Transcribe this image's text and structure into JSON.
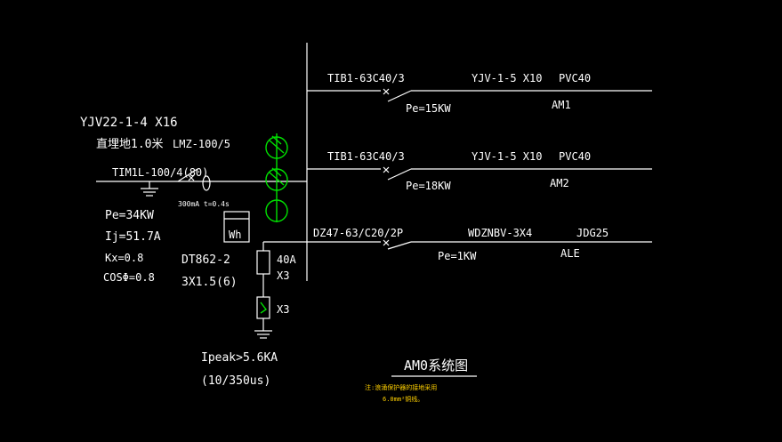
{
  "incoming": {
    "cable": "YJV22-1-4 X16",
    "burial": "直埋地1.0米",
    "ct": "LMZ-100/5",
    "breaker": "TIM1L-100/4(80)",
    "rcd": "300mA t=0.4s",
    "pe": "Pe=34KW",
    "ij": "Ij=51.7A",
    "kx": "Kx=0.8",
    "cos": "COSΦ=0.8"
  },
  "meter": {
    "symbol": "Wh",
    "model": "DT862-2",
    "spec": "3X1.5(6)"
  },
  "spd": {
    "fuse": "40A",
    "x3a": "X3",
    "x3b": "X3",
    "ipeak": "Ipeak>5.6KA",
    "wave": "(10/350us)"
  },
  "circuits": [
    {
      "breaker": "TIB1-63C40/3",
      "cable": "YJV-1-5 X10",
      "conduit": "PVC40",
      "pe": "Pe=15KW",
      "name": "AM1"
    },
    {
      "breaker": "TIB1-63C40/3",
      "cable": "YJV-1-5 X10",
      "conduit": "PVC40",
      "pe": "Pe=18KW",
      "name": "AM2"
    },
    {
      "breaker": "DZ47-63/C20/2P",
      "cable": "WDZNBV-3X4",
      "conduit": "JDG25",
      "pe": "Pe=1KW",
      "name": "ALE"
    }
  ],
  "title": "AM0系统图",
  "note": {
    "line1": "注:浪涌保护器的接地采用",
    "line2": "6.0mm²铜线。"
  },
  "colors": {
    "background": "#000000",
    "lines": "#ffffff",
    "ct_symbols": "#00e000",
    "note": "#ffd000"
  }
}
